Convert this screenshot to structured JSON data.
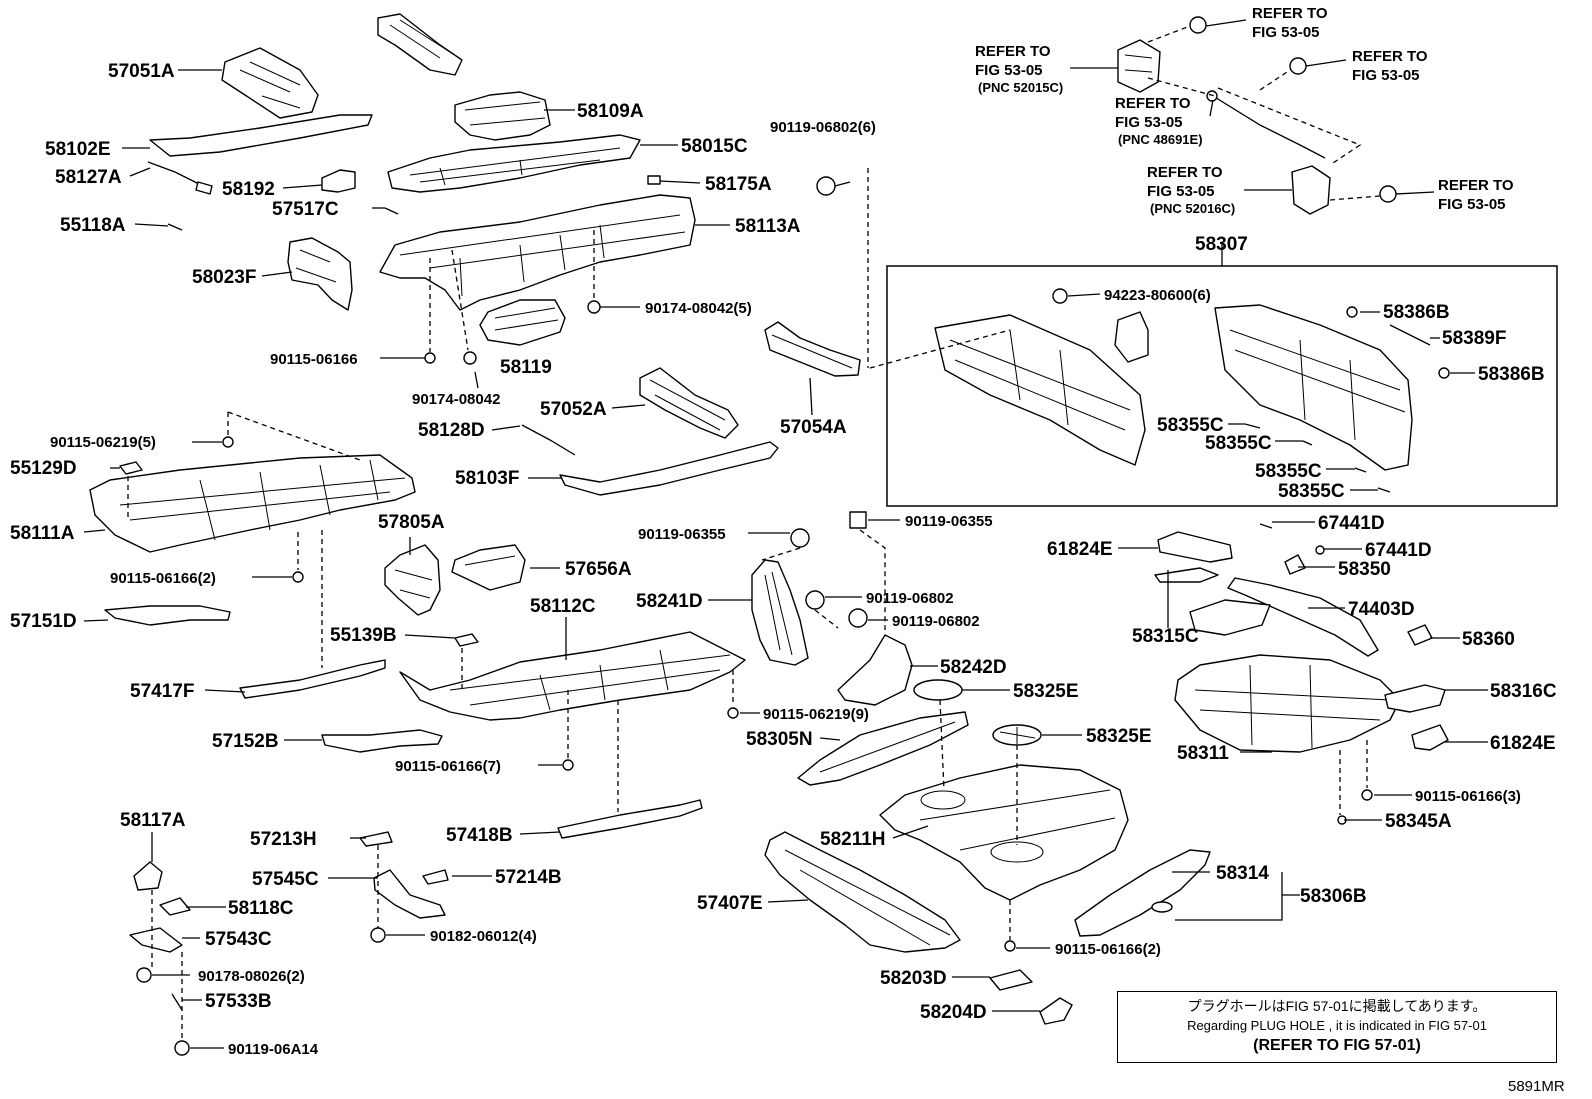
{
  "labels": {
    "p57051A": "57051A",
    "p58102E": "58102E",
    "p58127A": "58127A",
    "p55118A": "55118A",
    "p58023F": "58023F",
    "p58109A": "58109A",
    "p58015C": "58015C",
    "p58192": "58192",
    "p57517C": "57517C",
    "p58175A": "58175A",
    "p58113A": "58113A",
    "p90119_06802_6": "90119-06802(6)",
    "p90174_08042_5": "90174-08042(5)",
    "p90115_06166": "90115-06166",
    "p58119": "58119",
    "p90174_08042": "90174-08042",
    "p57052A": "57052A",
    "p57054A": "57054A",
    "p58128D": "58128D",
    "p58103F": "58103F",
    "p90115_06219_5": "90115-06219(5)",
    "p55129D": "55129D",
    "p58111A": "58111A",
    "p90115_06166_2a": "90115-06166(2)",
    "p57151D": "57151D",
    "p57805A": "57805A",
    "p57656A": "57656A",
    "p55139B": "55139B",
    "p58112C": "58112C",
    "p57417F": "57417F",
    "p57152B": "57152B",
    "p90115_06166_7": "90115-06166(7)",
    "p57418B": "57418B",
    "p90119_06355a": "90119-06355",
    "p90119_06355b": "90119-06355",
    "p58241D": "58241D",
    "p90119_06802a": "90119-06802",
    "p90119_06802b": "90119-06802",
    "p58242D": "58242D",
    "p58325E_a": "58325E",
    "p58325E_b": "58325E",
    "p90115_06219_9": "90115-06219(9)",
    "p58305N": "58305N",
    "p58211H": "58211H",
    "p57407E": "57407E",
    "p58314": "58314",
    "p58306B": "58306B",
    "p90115_06166_2b": "90115-06166(2)",
    "p58203D": "58203D",
    "p58204D": "58204D",
    "p58117A": "58117A",
    "p57213H": "57213H",
    "p57545C": "57545C",
    "p57214B": "57214B",
    "p58118C": "58118C",
    "p57543C": "57543C",
    "p90178_08026_2": "90178-08026(2)",
    "p90182_06012_4": "90182-06012(4)",
    "p57533B": "57533B",
    "p90119_06A14": "90119-06A14",
    "p58307": "58307",
    "p94223_80600_6": "94223-80600(6)",
    "p58386B_a": "58386B",
    "p58389F": "58389F",
    "p58386B_b": "58386B",
    "p58355C_a": "58355C",
    "p58355C_b": "58355C",
    "p58355C_c": "58355C",
    "p58355C_d": "58355C",
    "p67441D_a": "67441D",
    "p67441D_b": "67441D",
    "p61824E_a": "61824E",
    "p58350": "58350",
    "p74403D": "74403D",
    "p58315C": "58315C",
    "p58360": "58360",
    "p58316C": "58316C",
    "p58311": "58311",
    "p61824E_b": "61824E",
    "p90115_06166_3": "90115-06166(3)",
    "p58345A": "58345A"
  },
  "refs": {
    "r1a": "REFER TO",
    "r1b": "FIG 53-05",
    "r2a": "REFER TO",
    "r2b": "FIG 53-05",
    "r2c": "(PNC 52015C)",
    "r3a": "REFER TO",
    "r3b": "FIG 53-05",
    "r4a": "REFER TO",
    "r4b": "FIG 53-05",
    "r4c": "(PNC 48691E)",
    "r5a": "REFER TO",
    "r5b": "FIG 53-05",
    "r5c": "(PNC 52016C)",
    "r6a": "REFER TO",
    "r6b": "FIG 53-05"
  },
  "note": {
    "line1": "プラグホールはFIG 57-01に掲載してあります。",
    "line2": "Regarding  PLUG  HOLE , it is indicated in FIG 57-01",
    "line3": "(REFER TO FIG 57-01)"
  },
  "figure_code": "5891MR"
}
